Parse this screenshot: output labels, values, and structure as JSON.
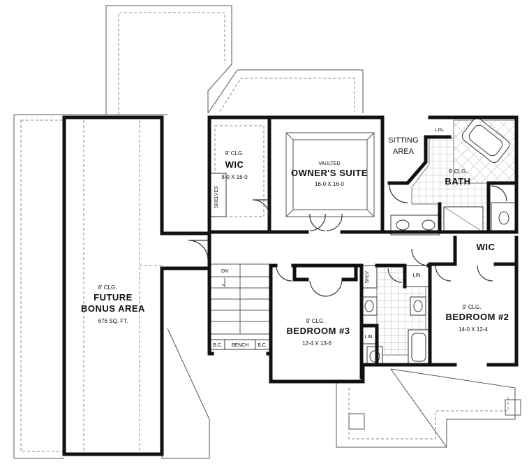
{
  "rooms": {
    "wic_owner": {
      "ceiling": "9' CLG.",
      "name": "WIC",
      "dims": "8-0 X 16-0"
    },
    "shelves": "SHELVES",
    "owners_suite": {
      "ceiling": "VAULTED",
      "name": "OWNER'S SUITE",
      "dims": "16-0 X 16-0"
    },
    "sitting_area": {
      "line1": "SITTING",
      "line2": "AREA"
    },
    "bath": {
      "ceiling": "9' CLG.",
      "name": "BATH"
    },
    "lin_bath": "LIN.",
    "future_bonus": {
      "ceiling": "8' CLG.",
      "line1": "FUTURE",
      "line2": "BONUS AREA",
      "area": "676 SQ. FT."
    },
    "wic_hall": "WIC",
    "lin_hall": "LIN.",
    "stairs": "DN",
    "shelv": "SHLV.",
    "lin_bath2": "LIN.",
    "bench": {
      "bc_left": "B.C.",
      "bench": "BENCH",
      "bc_right": "B.C."
    },
    "bedroom3": {
      "ceiling": "9' CLG.",
      "name": "BEDROOM #3",
      "dims": "12-4 X 13-6"
    },
    "bedroom2": {
      "ceiling": "9' CLG.",
      "name": "BEDROOM #2",
      "dims": "14-0 X 12-4"
    }
  }
}
